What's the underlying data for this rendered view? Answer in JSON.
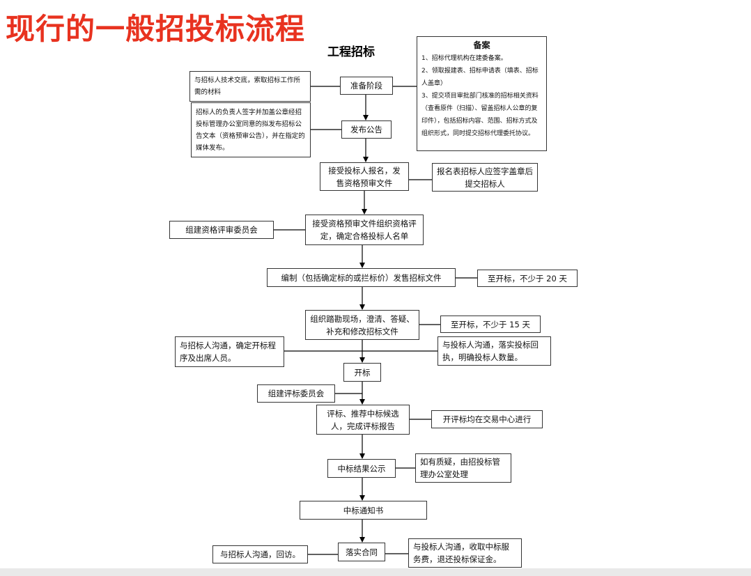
{
  "title": "现行的一般招投标流程",
  "subtitle": "工程招标",
  "note": {
    "heading": "备案",
    "lines": [
      "1、招标代理机构在建委备案。",
      "2、领取报建表、招标申请表（填表、招标人盖章）",
      "3、提交项目审批部门核准的招标相关资料（查看原件（扫描）、留盖招标人公章的复印件），包括招标内容、范围、招标方式及组织形式，同时提交招标代理委托协议。"
    ]
  },
  "steps": {
    "prepare": "准备阶段",
    "publish": "发布公告",
    "register": "接受投标人报名，发售资格预审文件",
    "prequal": "接受资格预审文件组织资格评定，确定合格投标人名单",
    "compile": "编制（包括确定标的或拦标价）发售招标文件",
    "site": "组织踏勘现场，澄清、答疑、补充和修改招标文件",
    "open": "开标",
    "evaluate": "评标、推荐中标候选人，完成评标报告",
    "publicize": "中标结果公示",
    "notice": "中标通知书",
    "contract": "落实合同"
  },
  "sides": {
    "prepare_left": "与招标人技术交底，索取招标工作所需的材料",
    "publish_left": "招标人的负责人签字并加盖公章经招投标管理办公室同意的拟发布招标公告文本（资格预审公告），并在指定的媒体发布。",
    "register_right": "报名表招标人应签字盖章后提交招标人",
    "prequal_left": "组建资格评审委员会",
    "compile_right": "至开标，不少于 20 天",
    "site_right": "至开标，不少于 15 天",
    "open_left": "与招标人沟通，确定开标程序及出席人员。",
    "open_right": "与投标人沟通，落实投标回执，明确投标人数量。",
    "evaluate_left": "组建评标委员会",
    "evaluate_right": "开评标均在交易中心进行",
    "publicize_right": "如有质疑，由招投标管理办公室处理",
    "contract_left": "与招标人沟通，回访。",
    "contract_right": "与投标人沟通，收取中标服务费，退还投标保证金。"
  }
}
